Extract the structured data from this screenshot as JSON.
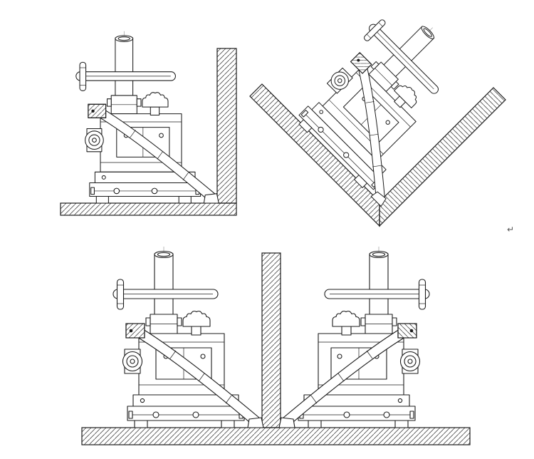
{
  "figure": {
    "kind": "technical-line-drawing",
    "background": "#ffffff",
    "line_color": "#1c1c1c",
    "hatch_color": "#4a4a4a"
  },
  "stray_mark": "↵",
  "views": [
    {
      "id": "machine-against-wall",
      "position": "top-left"
    },
    {
      "id": "machine-in-45-degree-corner",
      "position": "top-right"
    },
    {
      "id": "two-machines-on-shared-wall",
      "position": "bottom"
    }
  ],
  "components": [
    "support-column",
    "handle-bar",
    "clamp-screw",
    "column-clamp",
    "star-knob",
    "machine-body",
    "motor-pulley",
    "base-plate",
    "mounting-foot",
    "tie-rod",
    "support-strut",
    "strut-anchor-clamp",
    "strut-foot",
    "wall",
    "floor"
  ]
}
